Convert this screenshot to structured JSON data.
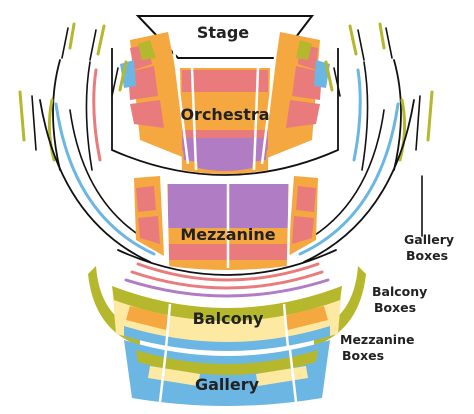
{
  "sections": {
    "stage": "Stage",
    "orchestra": "Orchestra",
    "mezzanine": "Mezzanine",
    "balcony": "Balcony",
    "gallery": "Gallery"
  },
  "boxes": {
    "gallery": [
      "Gallery",
      "Boxes"
    ],
    "balcony": [
      "Balcony",
      "Boxes"
    ],
    "mezzanine": [
      "Mezzanine",
      "Boxes"
    ]
  },
  "colors": {
    "orange": "#f5a840",
    "pink": "#ea7b7c",
    "purple": "#b07cc4",
    "blue": "#6cb6e3",
    "olive": "#b5b82d",
    "cream": "#fde9a2",
    "lightpink": "#f4c3c6",
    "line": "#111111"
  }
}
